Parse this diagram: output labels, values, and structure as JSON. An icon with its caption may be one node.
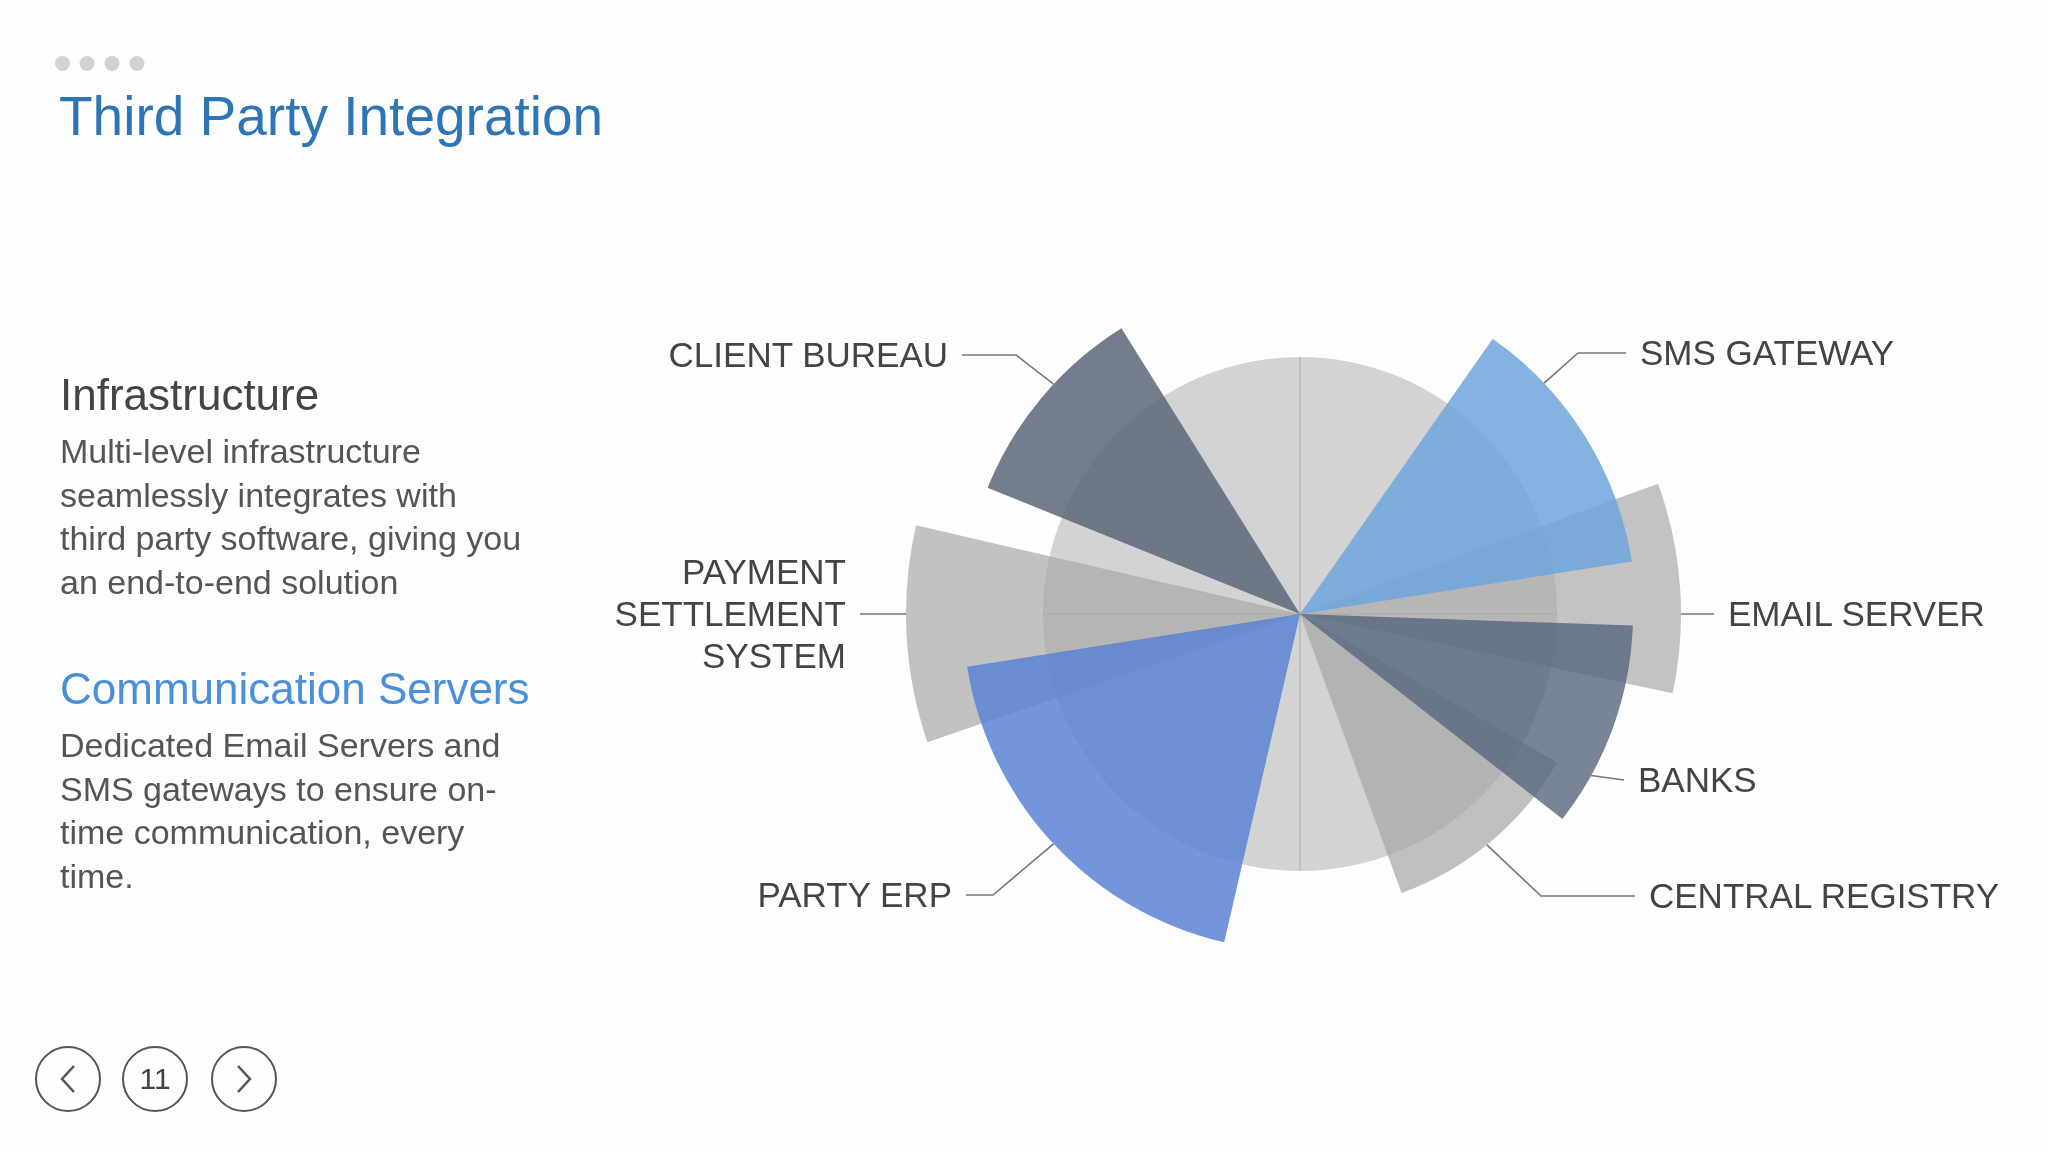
{
  "diagram": {
    "title": "Third Party Integration",
    "nodes": [
      {
        "text": [
          "CLIENT BUREAU"
        ]
      },
      {
        "text": [
          "SMS GATEWAY"
        ]
      },
      {
        "text": [
          "PAYMENT SETTLEMENT SYSTEM"
        ]
      },
      {
        "text": [
          "EMAIL SERVER"
        ]
      },
      {
        "text": [
          "BANKS"
        ]
      },
      {
        "text": [
          "PARTY ERP"
        ]
      },
      {
        "text": [
          "CENTRAL REGISTRY"
        ]
      },
      {
        "text": [],
        "shape": "wedge"
      },
      {
        "text": [],
        "shape": "wedge"
      },
      {
        "text": [],
        "shape": "wedge"
      },
      {
        "text": [],
        "shape": "wedge"
      },
      {
        "text": [],
        "shape": "wedge"
      },
      {
        "text": [],
        "shape": "wedge"
      },
      {
        "text": [],
        "shape": "wedge"
      }
    ],
    "edges": [
      {
        "from": 0,
        "to": 7,
        "arrow": "none"
      },
      {
        "from": 1,
        "to": 8,
        "arrow": "none"
      },
      {
        "from": 2,
        "to": 9,
        "arrow": "none"
      },
      {
        "from": 3,
        "to": 10,
        "arrow": "none"
      },
      {
        "from": 4,
        "to": 11,
        "arrow": "none"
      },
      {
        "from": 5,
        "to": 12,
        "arrow": "none"
      },
      {
        "from": 6,
        "to": 13,
        "arrow": "none"
      }
    ],
    "labels": [
      "Infrastructure",
      "Multi-level infrastructure seamlessly integrates with third party software, giving you an end-to-end solution",
      "Communication Servers",
      "Dedicated Email Servers and SMS gateways to ensure on-time communication, every time.",
      "11"
    ]
  }
}
